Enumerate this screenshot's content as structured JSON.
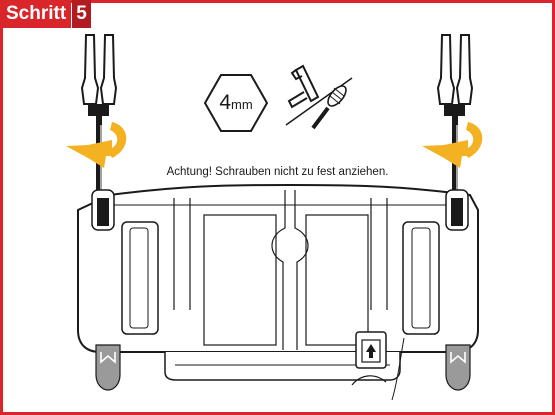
{
  "step": {
    "word": "Schritt",
    "number": "5"
  },
  "tool": {
    "size_value": "4",
    "size_unit": "mm"
  },
  "warning_text": "Achtung! Schrauben nicht zu fest anziehen.",
  "colors": {
    "frame_red": "#d8262b",
    "arrow_yellow": "#f4b223",
    "line_dark": "#1a1a1a",
    "foot_grey": "#9a9a9a"
  },
  "icons": {
    "left_screwdriver": "screwdriver-icon",
    "right_screwdriver": "screwdriver-icon",
    "rotation_arrows": "rotate-arrow-icon",
    "hex_key": "allen-key-icon",
    "manual_screwdriver": "screwdriver-icon"
  }
}
